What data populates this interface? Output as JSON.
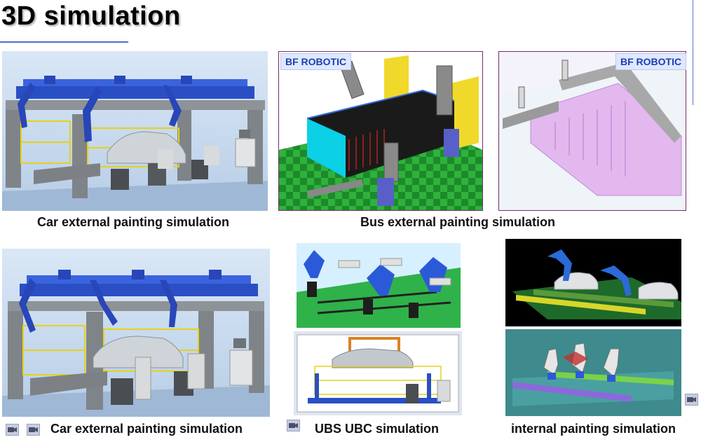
{
  "page": {
    "title": "3D simulation"
  },
  "panels": {
    "car_top": {
      "caption": "Car external painting simulation"
    },
    "bus": {
      "caption": "Bus external painting simulation",
      "brand_left": "BF ROBOTIC",
      "brand_right": "BF ROBOTIC"
    },
    "car_bottom": {
      "caption": "Car external painting simulation"
    },
    "ubs": {
      "caption": "UBS UBC simulation"
    },
    "internal": {
      "caption": "internal painting simulation"
    }
  },
  "icons": {
    "movie": "movie-icon"
  },
  "colors": {
    "title_rule": "#4a6fd0",
    "brand_bg": "#dfe8ff",
    "brand_text": "#1d3fb0"
  }
}
